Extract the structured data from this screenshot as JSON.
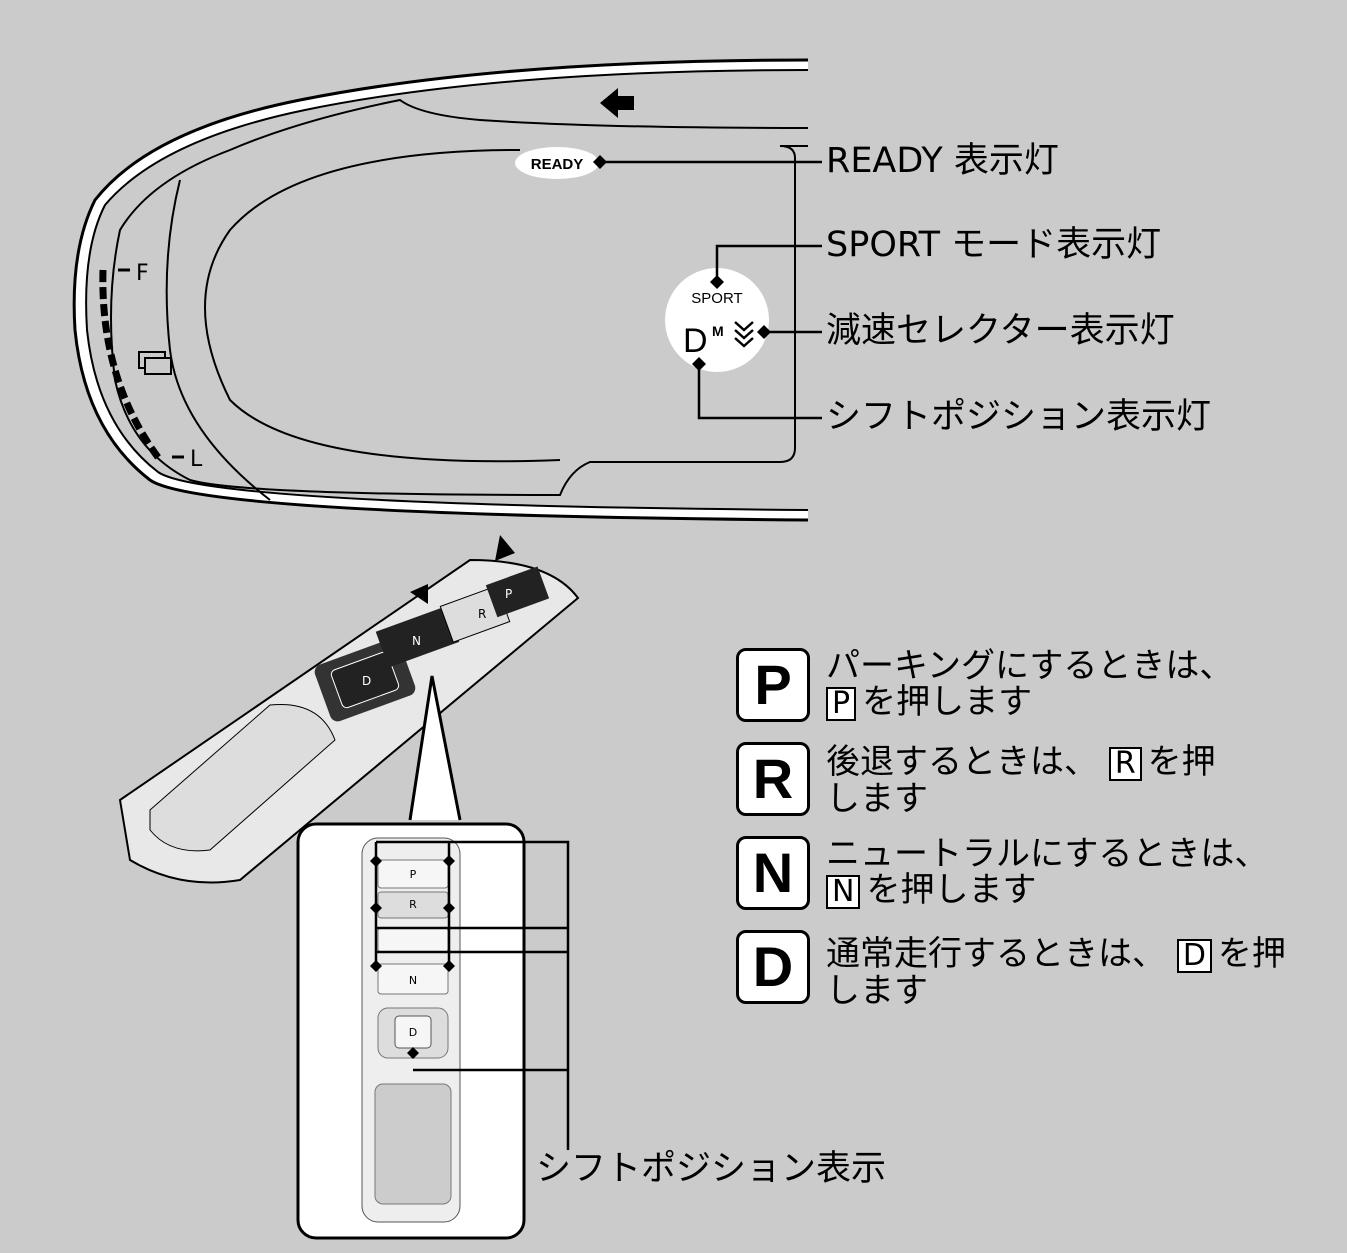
{
  "cluster": {
    "ready_badge": "READY",
    "sport_text": "SPORT",
    "shift_letter": "D",
    "mode_letter": "M",
    "gauge_full": "F",
    "gauge_low": "L"
  },
  "callouts": {
    "ready": "READY 表示灯",
    "sport": "SPORT モード表示灯",
    "decel": "減速セレクター表示灯",
    "shift": "シフトポジション表示灯",
    "shift_display": "シフトポジション表示"
  },
  "switch": {
    "p": "P",
    "r": "R",
    "n": "N",
    "d": "D"
  },
  "instructions": [
    {
      "key": "P",
      "text_before": "パーキングにするときは、",
      "box": "P",
      "text_after": "を押します"
    },
    {
      "key": "R",
      "text_before": "後退するときは、",
      "box": "R",
      "text_after": "を押します"
    },
    {
      "key": "N",
      "text_before": "ニュートラルにするときは、",
      "box": "N",
      "text_after": "を押します"
    },
    {
      "key": "D",
      "text_before": "通常走行するときは、",
      "box": "D",
      "text_after": "を押します"
    }
  ]
}
